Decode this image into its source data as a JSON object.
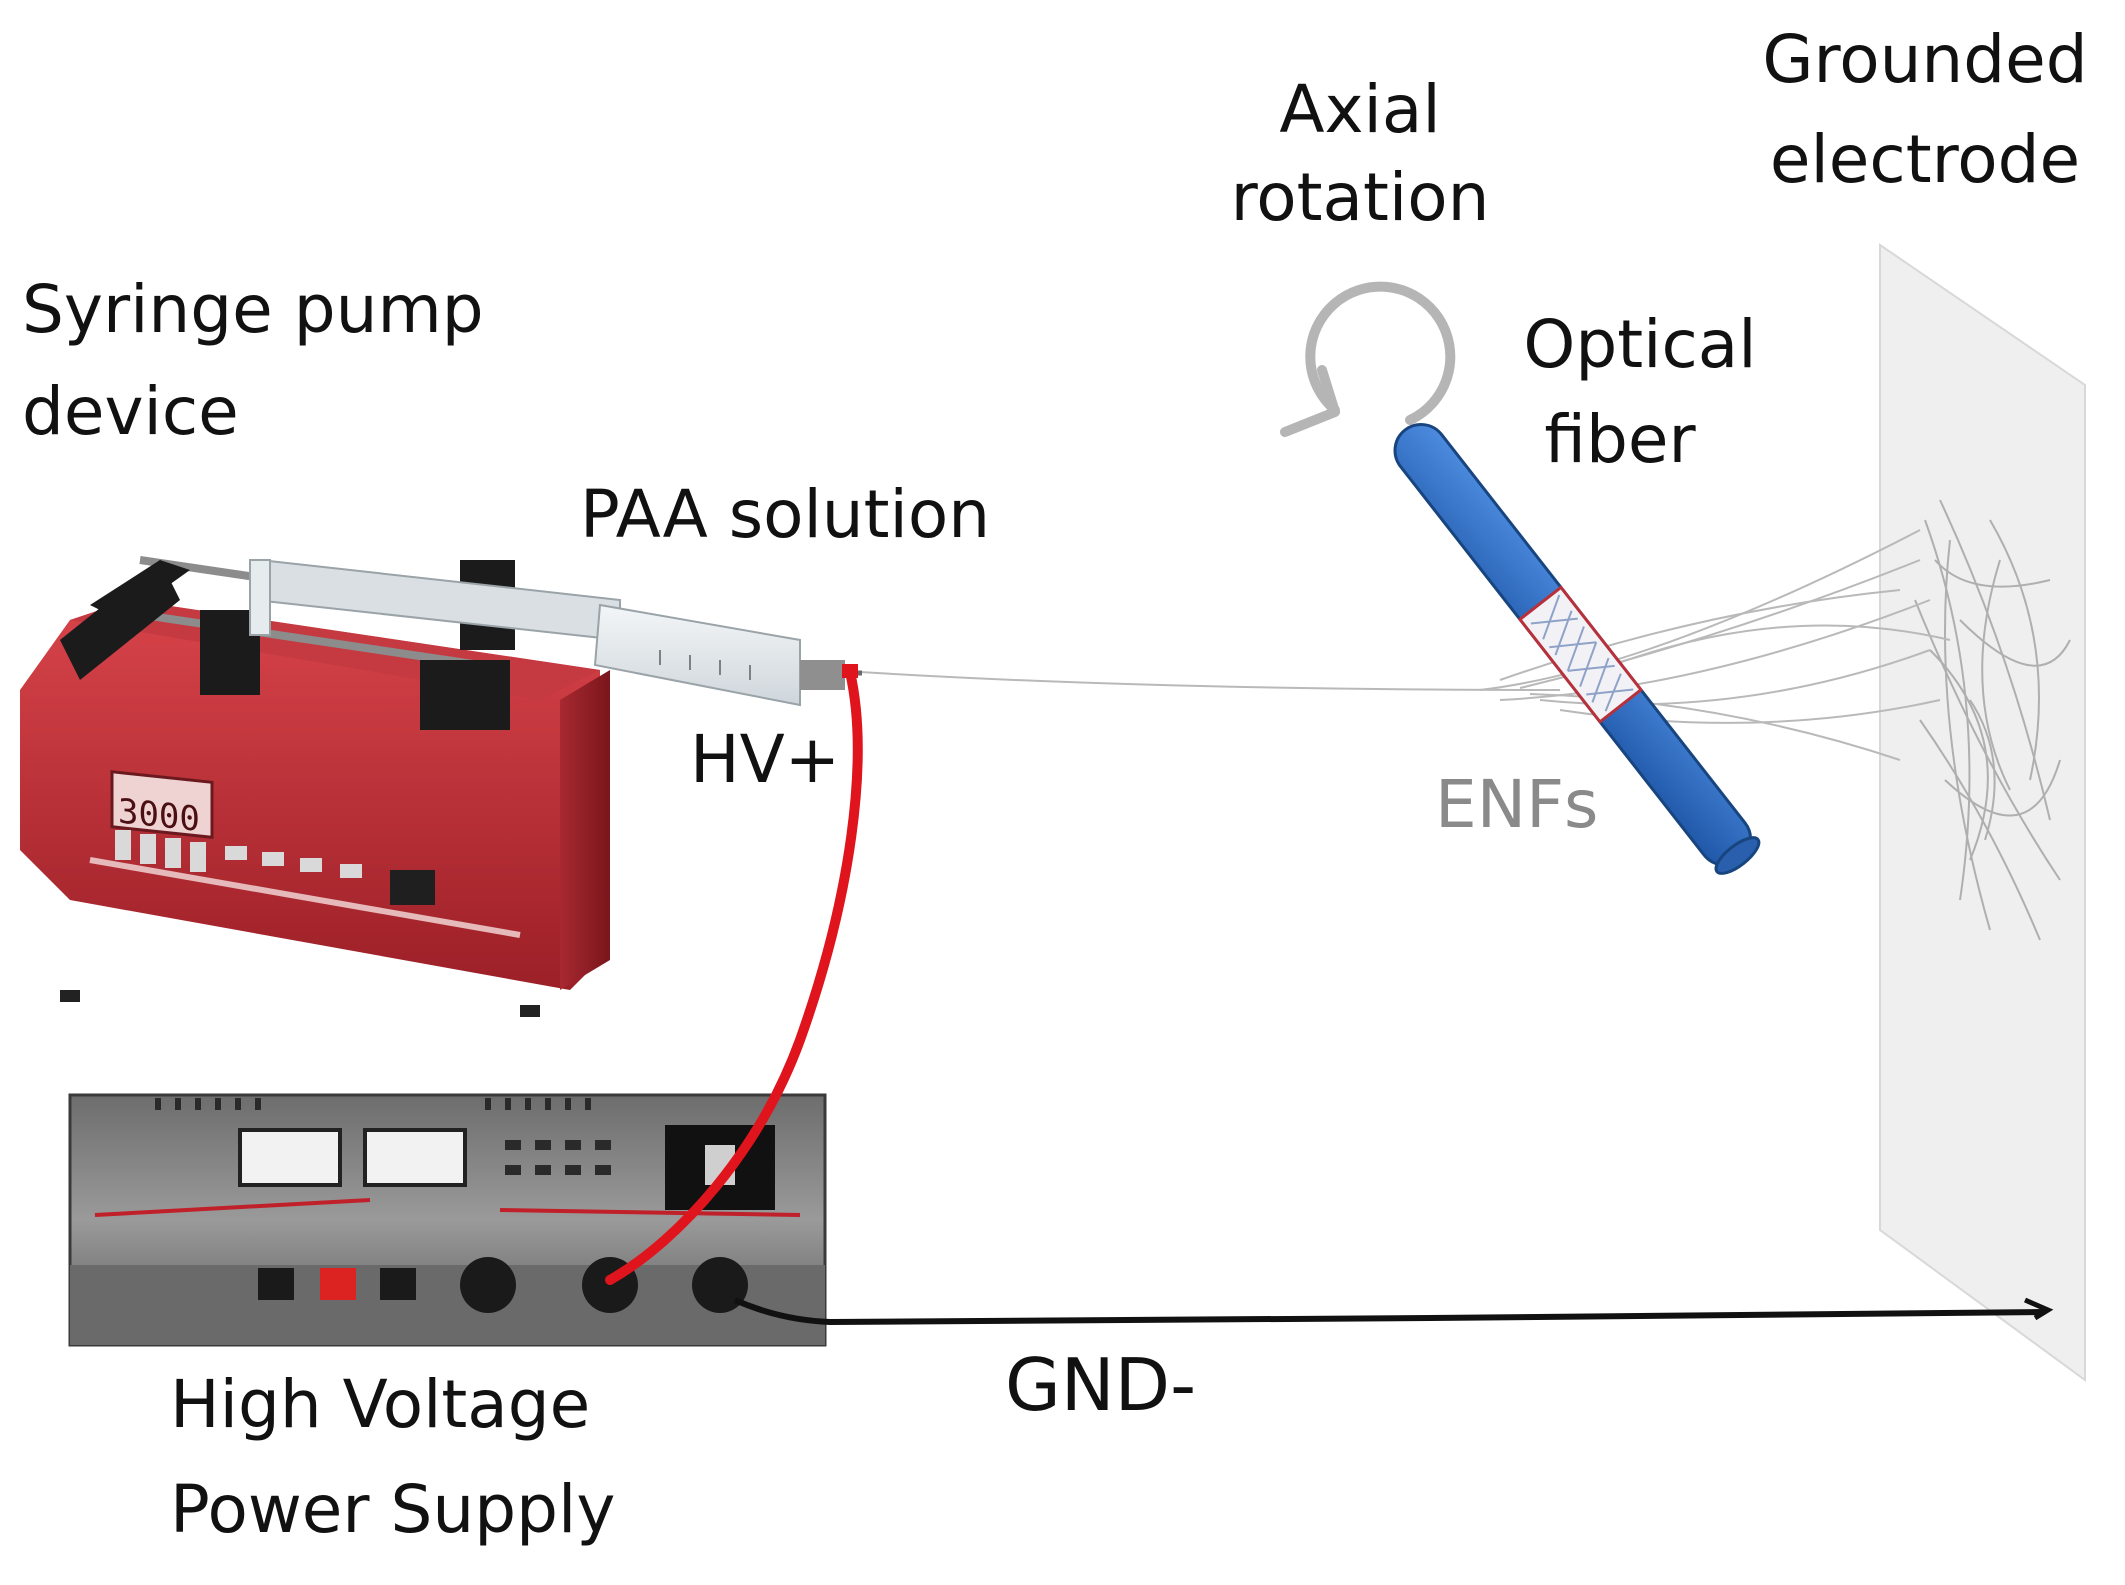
{
  "labels": {
    "syringe_pump_line1": "Syringe pump",
    "syringe_pump_line2": "device",
    "paa_solution": "PAA solution",
    "hv_plus": "HV+",
    "axial_rotation_line1": "Axial",
    "axial_rotation_line2": "rotation",
    "grounded_electrode_line1": "Grounded",
    "grounded_electrode_line2": "electrode",
    "optical_fiber_line1": "Optical",
    "optical_fiber_line2": "fiber",
    "enfs": "ENFs",
    "gnd_minus": "GND-",
    "power_supply_line1": "High Voltage",
    "power_supply_line2": "Power Supply"
  },
  "devices": {
    "pump_display": "3000"
  },
  "colors": {
    "pump_body": "#c8323a",
    "hv_cable": "#e0141c",
    "fiber_blue": "#2f6fc4",
    "electrode": "#efefef",
    "enfs_text": "#8a8a8a",
    "rotation_arrow": "#b5b5b5"
  },
  "icons": {
    "rotation": "circular-arrow-icon"
  }
}
